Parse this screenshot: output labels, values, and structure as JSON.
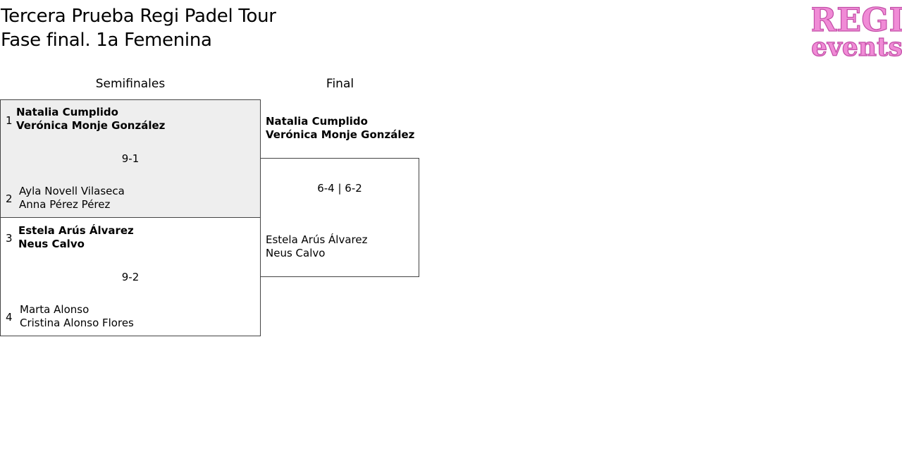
{
  "header": {
    "title_line1": "Tercera Prueba Regi Padel Tour",
    "title_line2": "Fase final. 1a Femenina"
  },
  "logo": {
    "line1": "REGI",
    "line2": "events",
    "color": "#f08bd6"
  },
  "rounds": {
    "semis_label": "Semifinales",
    "final_label": "Final"
  },
  "semifinals": [
    {
      "top": {
        "seed": "1",
        "player1": "Natalia Cumplido",
        "player2": "Verónica Monje González",
        "winner": true
      },
      "score": "9-1",
      "bottom": {
        "seed": "2",
        "player1": "Ayla Novell Vilaseca",
        "player2": "Anna Pérez Pérez",
        "winner": false
      }
    },
    {
      "top": {
        "seed": "3",
        "player1": "Estela Arús Álvarez",
        "player2": "Neus Calvo",
        "winner": true
      },
      "score": "9-2",
      "bottom": {
        "seed": "4",
        "player1": "Marta Alonso",
        "player2": "Cristina Alonso Flores",
        "winner": false
      }
    }
  ],
  "final": {
    "top": {
      "player1": "Natalia Cumplido",
      "player2": "Verónica Monje González",
      "winner": true
    },
    "score": "6-4 | 6-2",
    "bottom": {
      "player1": "Estela Arús Álvarez",
      "player2": "Neus Calvo",
      "winner": false
    }
  },
  "colors": {
    "shaded_match": "#eeeeee",
    "border": "#444444"
  }
}
